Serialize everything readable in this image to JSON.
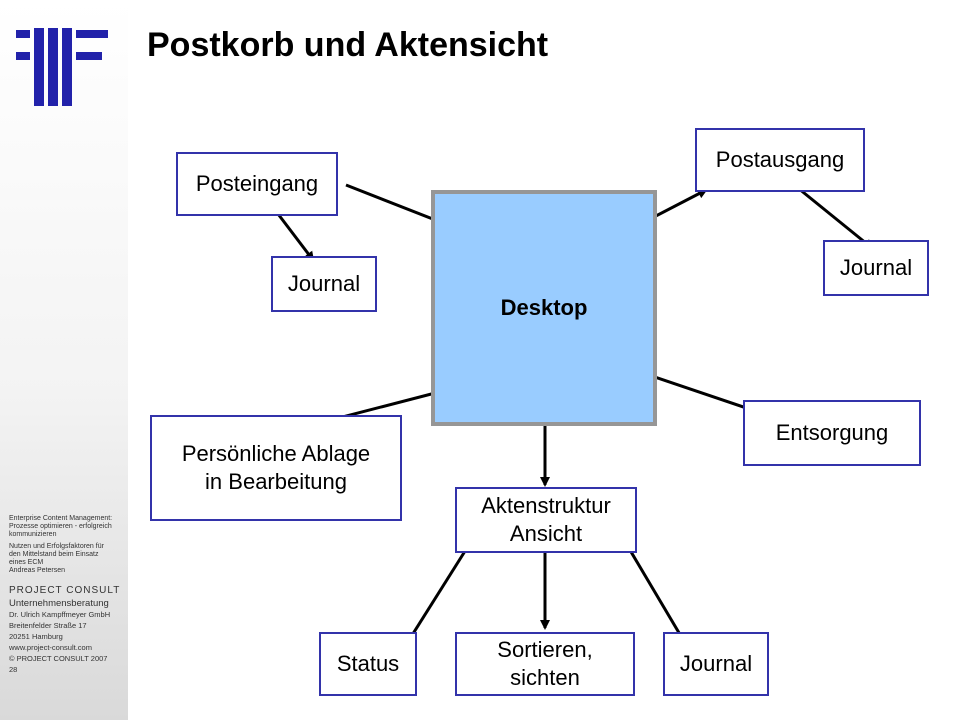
{
  "title": "Postkorb und Aktensicht",
  "sidebar": {
    "info_lines": [
      "Enterprise Content Management:",
      "Prozesse optimieren - erfolgreich",
      "kommunizieren",
      "",
      "Nutzen und Erfolgsfaktoren für",
      "den Mittelstand beim Einsatz",
      "eines ECM",
      "Andreas Petersen"
    ],
    "brand": "PROJECT CONSULT",
    "subtitle": "Unternehmensberatung",
    "address_lines": [
      "Dr. Ulrich Kampffmeyer GmbH",
      "Breitenfelder Straße 17",
      "20251 Hamburg",
      "www.project-consult.com",
      "© PROJECT CONSULT 2007",
      "28"
    ]
  },
  "diagram": {
    "center": "Desktop",
    "nodes": {
      "posteingang": "Posteingang",
      "journal_in": "Journal",
      "postausgang": "Postausgang",
      "journal_out": "Journal",
      "entsorgung": "Entsorgung",
      "persoenliche_ablage_1": "Persönliche Ablage",
      "persoenliche_ablage_2": "in Bearbeitung",
      "aktenstruktur_1": "Aktenstruktur",
      "aktenstruktur_2": "Ansicht",
      "status": "Status",
      "sortieren_1": "Sortieren,",
      "sortieren_2": "sichten",
      "journal_akten": "Journal"
    }
  },
  "colors": {
    "box_border": "#3333aa",
    "desktop_fill": "#99ccff",
    "desktop_border": "#969696",
    "arrow": "#000000"
  }
}
